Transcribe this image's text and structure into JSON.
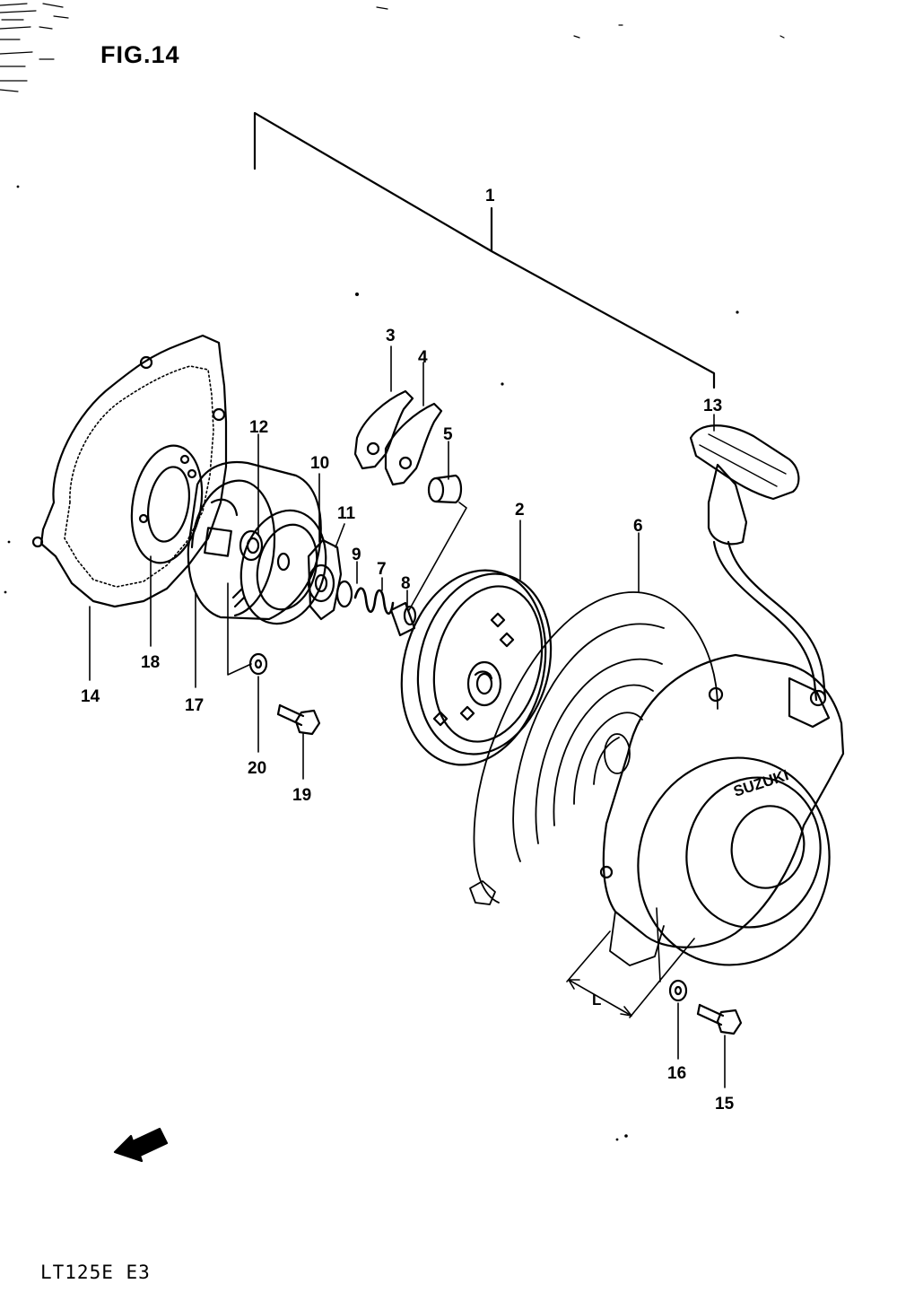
{
  "title": "FIG.14",
  "model": "LT125E E3",
  "brand_text": "SUZUKI",
  "dimension_label": "L",
  "fwd_label": "FWD",
  "callouts": [
    "1",
    "2",
    "3",
    "4",
    "5",
    "6",
    "7",
    "8",
    "9",
    "10",
    "11",
    "12",
    "13",
    "14",
    "15",
    "16",
    "17",
    "18",
    "19",
    "20"
  ],
  "colors": {
    "ink": "#000000",
    "paper": "#ffffff"
  }
}
